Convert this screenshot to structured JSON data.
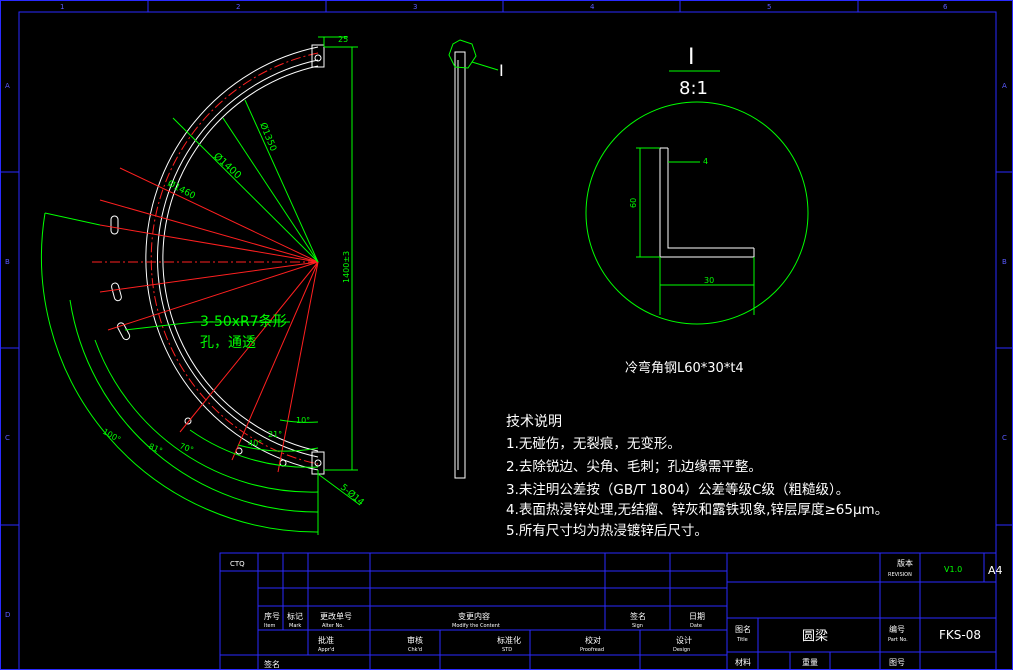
{
  "ruler": {
    "top": [
      "1",
      "2",
      "3",
      "4",
      "5",
      "6"
    ],
    "left": [
      "A",
      "B",
      "C",
      "D"
    ]
  },
  "dims": {
    "d25": "25",
    "r1350": "Ø1350",
    "d1400": "Ø1400",
    "d1460": "Ø1460",
    "h1400": "1400±3",
    "slot_note_1": "3-50xR7条形",
    "slot_note_2": "孔，通透",
    "a10": "10°",
    "a21": "21°",
    "a40": "40°",
    "a70": "70°",
    "a81": "81°",
    "a100": "100°",
    "holes": "5-Ø14"
  },
  "detail": {
    "callout": "I",
    "scale_name": "I",
    "scale_ratio": "8:1",
    "dim_60": "60",
    "dim_4": "4",
    "dim_30": "30",
    "caption": "冷弯角钢L60*30*t4"
  },
  "notes": {
    "title": "技术说明",
    "items": [
      "1.无碰伤，无裂痕，无变形。",
      "2.去除锐边、尖角、毛刺；孔边缘需平整。",
      "3.未注明公差按（GB/T 1804）公差等级C级（粗糙级）。",
      "4.表面热浸锌处理,无结瘤、锌灰和露铁现象,锌层厚度≥65μm。",
      "5.所有尺寸均为热浸镀锌后尺寸。"
    ]
  },
  "titleblock": {
    "ctq": "CTQ",
    "seq": "序号",
    "seq_en": "Item",
    "mark": "标记",
    "mark_en": "Mark",
    "change_no": "更改单号",
    "change_no_en": "Alter No.",
    "change_content": "变更内容",
    "change_content_en": "Modify the Content",
    "sign": "签名",
    "sign_en": "Sign",
    "date": "日期",
    "date_en": "Date",
    "approve": "批准",
    "approve_en": "Appr'd",
    "review": "审核",
    "review_en": "Chk'd",
    "std": "标准化",
    "std_en": "STD",
    "proof": "校对",
    "proof_en": "Proofread",
    "design": "设计",
    "design_en": "Design",
    "signrow": "签名",
    "version_label": "版本",
    "version_en": "REVISION",
    "version_value": "V1.0",
    "size": "A4",
    "name_label": "图名",
    "name_en": "Title",
    "name_value": "圆梁",
    "partno_label": "编号",
    "partno_en": "Part No.",
    "partno_value": "FKS-08",
    "material_label": "材料",
    "weight_label": "重量",
    "pageno_label": "图号"
  }
}
